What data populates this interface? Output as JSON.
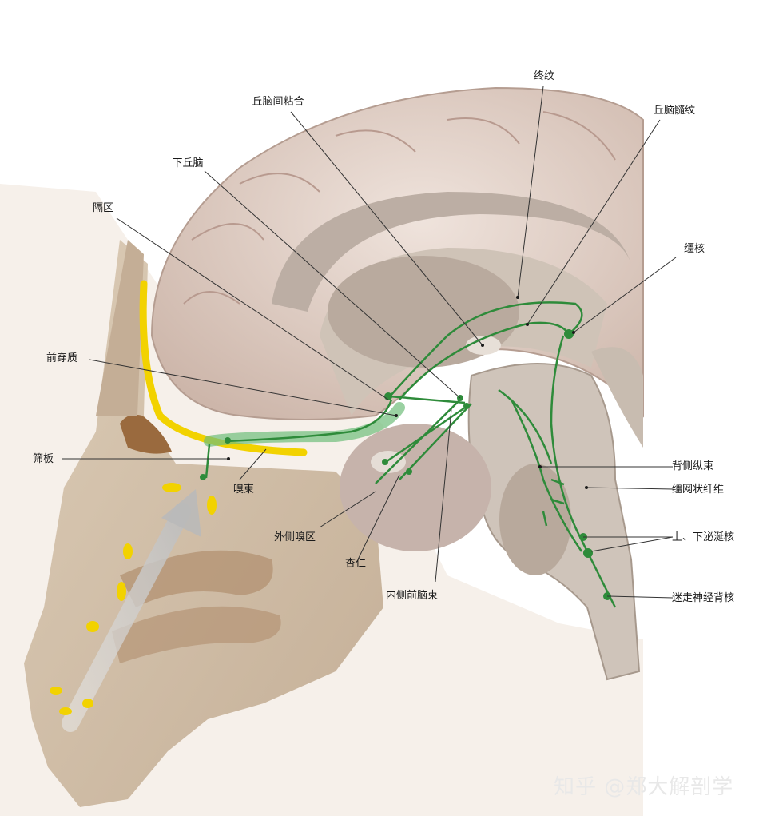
{
  "labels": {
    "zhongwen": "终纹",
    "qiunaojiannianhe": "丘脑间粘合",
    "qiunaosuiwen": "丘脑髓纹",
    "xiaqiunao": "下丘脑",
    "gequ": "隔区",
    "jianghe": "缰核",
    "qianchuanzhi": "前穿质",
    "shaiban": "筛板",
    "xiushu": "嗅束",
    "beicezongshu": "背侧纵束",
    "jiangwangzhuangxianwei": "缰网状纤维",
    "shangxiamixiehe": "上、下泌涎核",
    "waicexiuqu": "外侧嗅区",
    "xingren": "杏仁",
    "neiceqiannaoshu": "内侧前脑束",
    "mizoushenjingbeihe": "迷走神经背核"
  },
  "watermark": "知乎 @郑大解剖学",
  "colors": {
    "pathway": "#2e8b3a",
    "olfactory_epithelium": "#f2d200",
    "face": "#c9b59c",
    "brain": "#d7c2b8"
  }
}
